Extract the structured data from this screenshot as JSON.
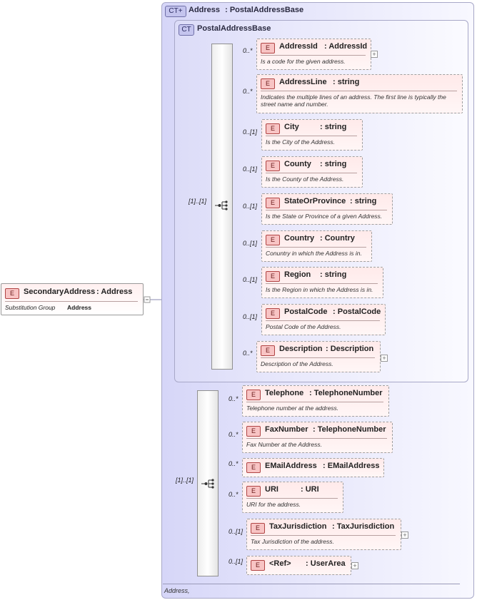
{
  "outer": {
    "badge": "CT",
    "title": "Address",
    "type": "PostalAddressBase",
    "footer": "Address,"
  },
  "inner": {
    "badge": "CT",
    "title": "PostalAddressBase"
  },
  "root": {
    "badge": "E",
    "name": "SecondaryAddress",
    "type": "Address",
    "sub_label": "Substitution Group",
    "sub_value": "Address"
  },
  "seq1": {
    "mult": "[1]..[1]"
  },
  "seq2": {
    "mult": "[1]..[1]"
  },
  "elements": [
    {
      "id": "addressid",
      "badge": "E",
      "mult": "0..*",
      "name": "AddressId",
      "type": "AddressId",
      "desc": "Is a code for the given address."
    },
    {
      "id": "addressline",
      "badge": "E",
      "mult": "0..*",
      "name": "AddressLine",
      "type": "string",
      "desc": "Indicates the multiple lines of an address. The first line is typically the street name and number."
    },
    {
      "id": "city",
      "badge": "E",
      "mult": "0..[1]",
      "name": "City",
      "type": "string",
      "desc": "Is the City of the Address."
    },
    {
      "id": "county",
      "badge": "E",
      "mult": "0..[1]",
      "name": "County",
      "type": "string",
      "desc": "Is the County of the Address."
    },
    {
      "id": "stateorprovince",
      "badge": "E",
      "mult": "0..[1]",
      "name": "StateOrProvince",
      "type": "string",
      "desc": "Is the State or Province of a given Address."
    },
    {
      "id": "country",
      "badge": "E",
      "mult": "0..[1]",
      "name": "Country",
      "type": "Country",
      "desc": "Conuntry in which the Address is in."
    },
    {
      "id": "region",
      "badge": "E",
      "mult": "0..[1]",
      "name": "Region",
      "type": "string",
      "desc": "Is the Region in which the Address is in."
    },
    {
      "id": "postalcode",
      "badge": "E",
      "mult": "0..[1]",
      "name": "PostalCode",
      "type": "PostalCode",
      "desc": "Postal Code of the Address."
    },
    {
      "id": "description",
      "badge": "E",
      "mult": "0..*",
      "name": "Description",
      "type": "Description",
      "desc": "Description of the Address."
    },
    {
      "id": "telephone",
      "badge": "E",
      "mult": "0..*",
      "name": "Telephone",
      "type": "TelephoneNumber",
      "desc": "Telephone number at the address."
    },
    {
      "id": "faxnumber",
      "badge": "E",
      "mult": "0..*",
      "name": "FaxNumber",
      "type": "TelephoneNumber",
      "desc": "Fax Number at the Address."
    },
    {
      "id": "emailaddress",
      "badge": "E",
      "mult": "0..*",
      "name": "EMailAddress",
      "type": "EMailAddress",
      "desc": ""
    },
    {
      "id": "uri",
      "badge": "E",
      "mult": "0..*",
      "name": "URI",
      "type": "URI",
      "desc": "URI for the address."
    },
    {
      "id": "taxjurisdiction",
      "badge": "E",
      "mult": "0..[1]",
      "name": "TaxJurisdiction",
      "type": "TaxJurisdiction",
      "desc": "Tax Jurisdiction of the address."
    },
    {
      "id": "userarea",
      "badge": "E",
      "mult": "0..[1]",
      "name": "<Ref>",
      "type": "UserArea",
      "desc": ""
    }
  ]
}
